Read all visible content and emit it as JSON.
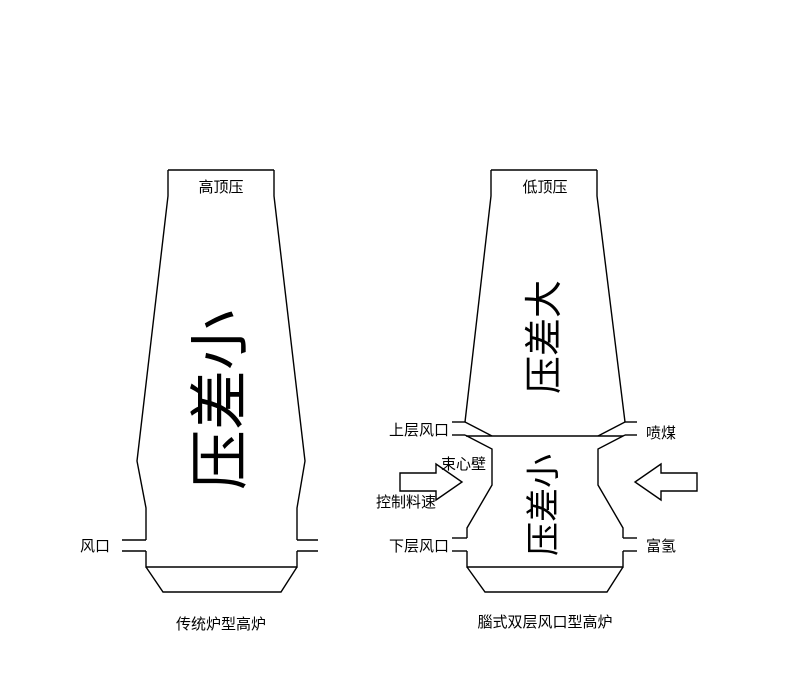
{
  "left_furnace": {
    "top_label": "高顶压",
    "body_label": "压差小",
    "tuyere_label": "风口",
    "caption": "传统炉型高炉"
  },
  "right_furnace": {
    "top_label": "低顶压",
    "upper_body_label": "压差大",
    "lower_body_label": "压差小",
    "upper_tuyere_label": "上层风口",
    "lower_tuyere_label": "下层风口",
    "coal_injection_label": "喷煤",
    "hydrogen_label": "富氢",
    "waist_label": "束心壁",
    "burden_label": "控制料速",
    "caption": "腦式双层风口型高炉"
  }
}
